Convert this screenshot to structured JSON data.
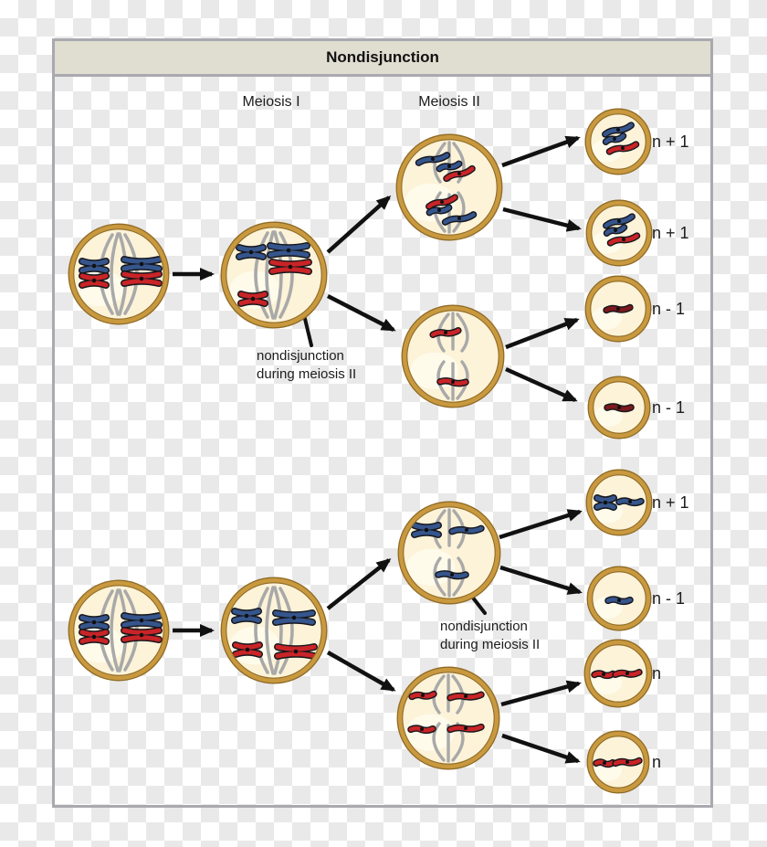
{
  "panel": {
    "title": "Nondisjunction"
  },
  "column_labels": {
    "meiosis_i": "Meiosis I",
    "meiosis_ii": "Meiosis II"
  },
  "annotations": {
    "top": {
      "line1": "nondisjunction",
      "line2": "during meiosis II"
    },
    "bottom": {
      "line1": "nondisjunction",
      "line2": "during meiosis II"
    }
  },
  "outcome_labels": {
    "top": [
      "n + 1",
      "n + 1",
      "n - 1",
      "n - 1"
    ],
    "bottom": [
      "n + 1",
      "n - 1",
      "n",
      "n"
    ]
  },
  "cells": {
    "top_parent": "spindle cell with 2 blue and 2 red chromosome pairs",
    "top_meiosis1": "cell with blue pair and blue+red pairs at top pole, red pair at bottom (nondisjunction)",
    "top_meiosis2_upper": "anaphase cell, 2 blue + 1 red chromatids at each pole",
    "top_meiosis2_lower": "anaphase cell, 1 red chromatid at each pole",
    "top_gametes": [
      "2 blue + 1 red chromatids",
      "2 blue + 1 red chromatids",
      "1 dark red chromatid",
      "1 dark red chromatid"
    ],
    "bottom_parent": "spindle cell with 2 blue and 2 red chromosome pairs",
    "bottom_meiosis1": "cell with 2 blue pairs at top pole, 2 red pairs at bottom pole",
    "bottom_meiosis2_upper": "cell with blue dyad + blue chromatid at top, 1 blue chromatid at bottom (nondisjunction)",
    "bottom_meiosis2_lower": "anaphase cell, 2 red chromatids at each pole",
    "bottom_gametes": [
      "blue dyad + blue chromatid",
      "1 blue chromatid",
      "2 red chromatids",
      "2 red chromatids"
    ]
  },
  "colors": {
    "checker_light": "#ffffff",
    "checker_dark": "#e9e9e9",
    "panel_border": "#a9a9af",
    "header_bg": "#e0ddd1",
    "cell_ring": "#c9993f",
    "cell_ring_edge": "#8f6b26",
    "cell_fill": "#fcf3d9",
    "cell_highlight": "#fffdf0",
    "spindle": "#a9a9a9",
    "chromosome_blue": "#35558c",
    "chromosome_red": "#c92427",
    "chromosome_dark_red": "#7d181c",
    "chromosome_outline": "#17171c",
    "arrow": "#111111",
    "text": "#1c1c1c"
  }
}
